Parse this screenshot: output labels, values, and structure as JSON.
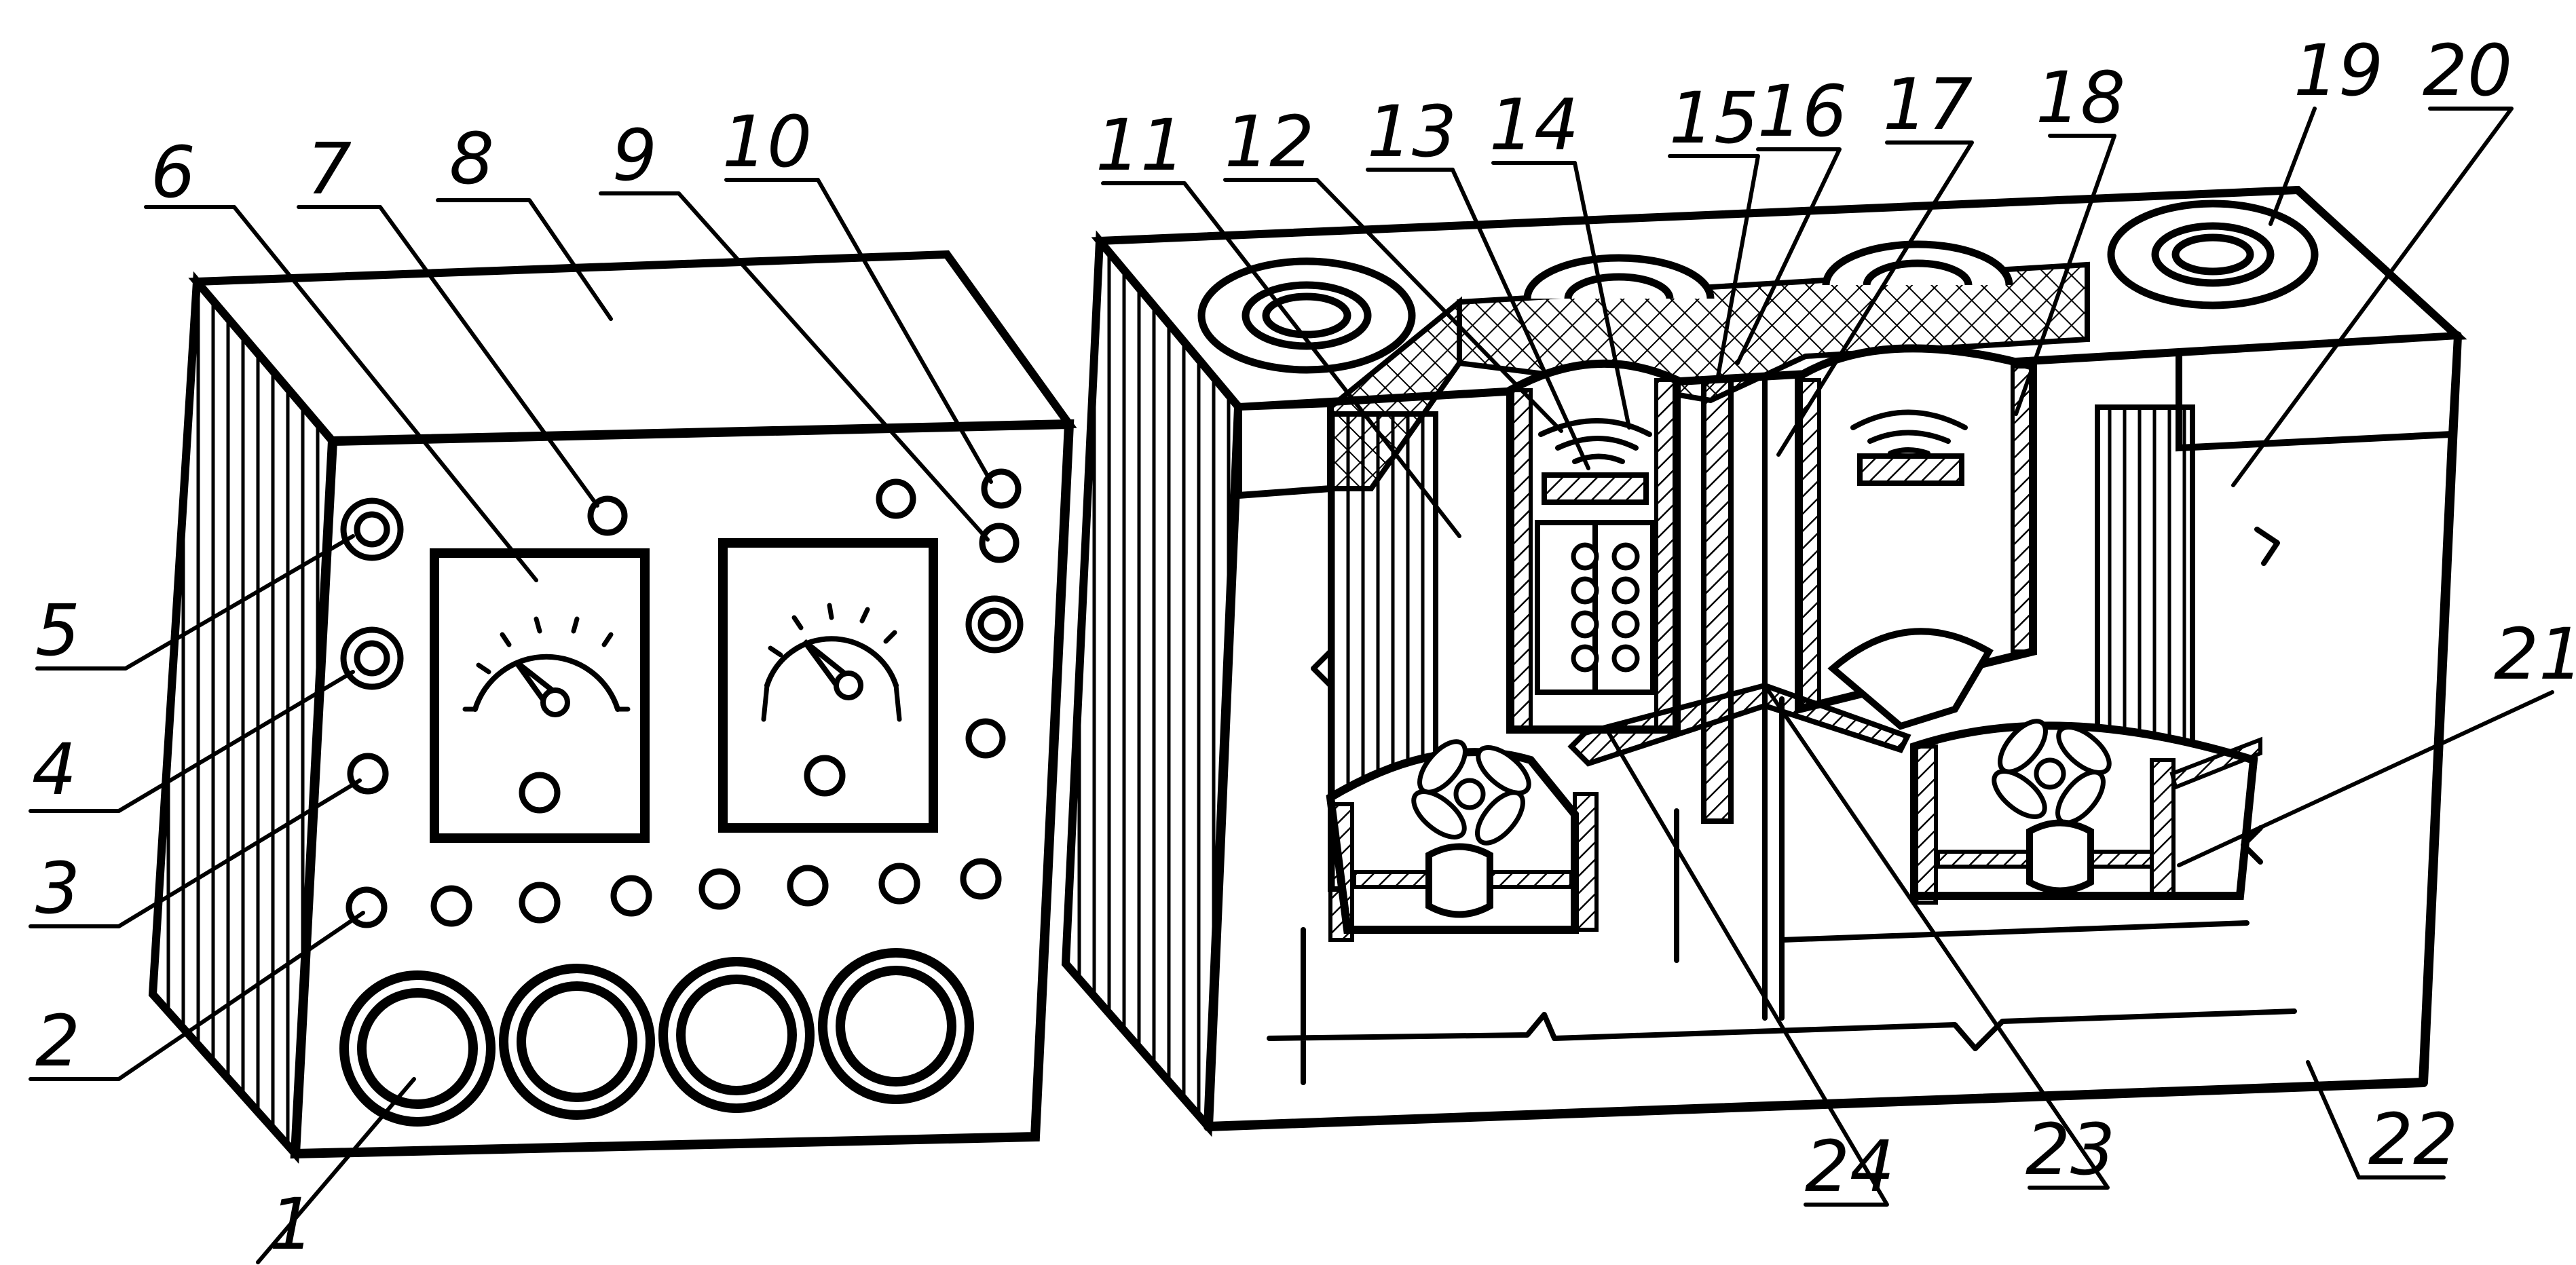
{
  "figure": {
    "description_free": true,
    "callouts": [
      {
        "id": "c1",
        "text": "1"
      },
      {
        "id": "c2",
        "text": "2"
      },
      {
        "id": "c3",
        "text": "3"
      },
      {
        "id": "c4",
        "text": "4"
      },
      {
        "id": "c5",
        "text": "5"
      },
      {
        "id": "c6",
        "text": "6"
      },
      {
        "id": "c7",
        "text": "7"
      },
      {
        "id": "c8",
        "text": "8"
      },
      {
        "id": "c9",
        "text": "9"
      },
      {
        "id": "c10",
        "text": "10"
      },
      {
        "id": "c11",
        "text": "11"
      },
      {
        "id": "c12",
        "text": "12"
      },
      {
        "id": "c13",
        "text": "13"
      },
      {
        "id": "c14",
        "text": "14"
      },
      {
        "id": "c15",
        "text": "15"
      },
      {
        "id": "c16",
        "text": "16"
      },
      {
        "id": "c17",
        "text": "17"
      },
      {
        "id": "c18",
        "text": "18"
      },
      {
        "id": "c19",
        "text": "19"
      },
      {
        "id": "c20",
        "text": "20"
      },
      {
        "id": "c21",
        "text": "21"
      },
      {
        "id": "c22",
        "text": "22"
      },
      {
        "id": "c23",
        "text": "23"
      },
      {
        "id": "c24",
        "text": "24"
      }
    ]
  },
  "colors": {
    "ink": "#000000",
    "paper": "#ffffff"
  }
}
